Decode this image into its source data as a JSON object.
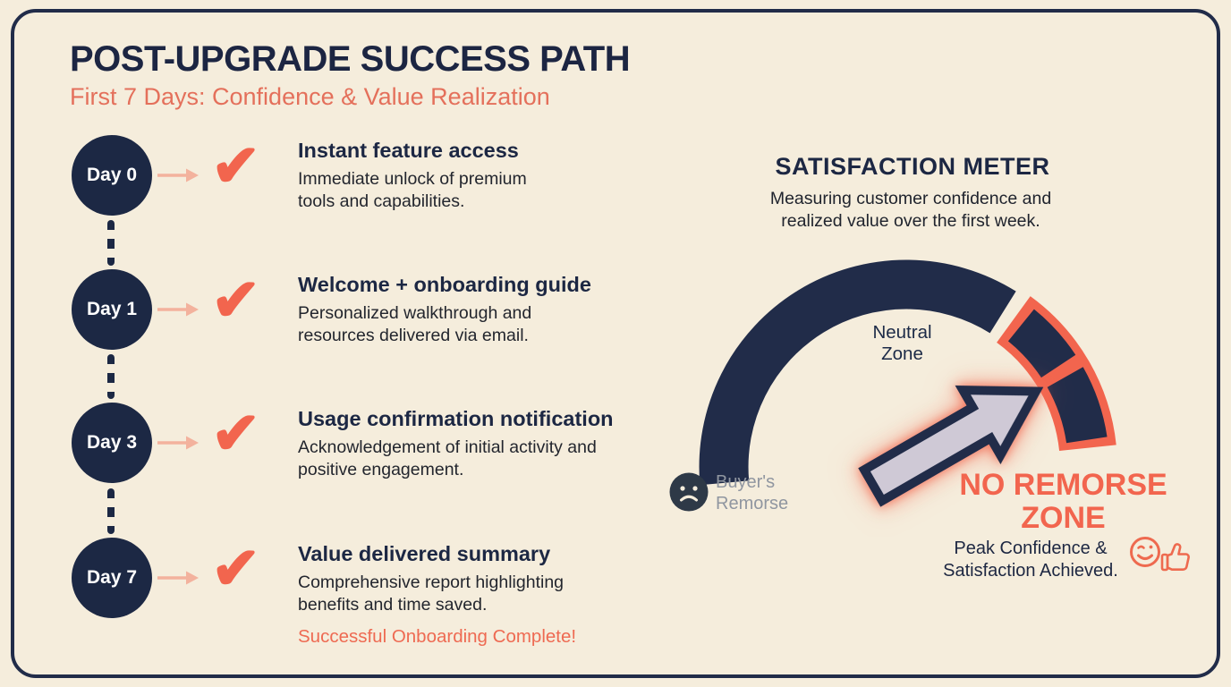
{
  "page": {
    "title": "POST-UPGRADE SUCCESS PATH",
    "subtitle": "First 7 Days: Confidence & Value Realization"
  },
  "timeline": {
    "items": [
      {
        "day": "Day 0",
        "title": "Instant feature access",
        "description": "Immediate unlock of premium tools and capabilities."
      },
      {
        "day": "Day 1",
        "title": "Welcome + onboarding guide",
        "description": "Personalized walkthrough and resources delivered via email."
      },
      {
        "day": "Day 3",
        "title": "Usage confirmation notification",
        "description": "Acknowledgement of initial activity and positive engagement."
      },
      {
        "day": "Day 7",
        "title": "Value delivered summary",
        "description": "Comprehensive report highlighting benefits and time saved."
      }
    ],
    "completion_note": "Successful Onboarding Complete!"
  },
  "meter": {
    "title": "SATISFACTION METER",
    "description": "Measuring customer confidence and realized value over the first week.",
    "neutral_label": "Neutral Zone",
    "remorse_label": "Buyer's Remorse",
    "zone_label": "NO REMORSE ZONE",
    "zone_caption": "Peak Confidence & Satisfaction Achieved."
  },
  "icons": {
    "check_glyph": "✔",
    "names": [
      "check-icon",
      "right-arrow-icon",
      "sad-face-icon",
      "gauge-pointer-arrow",
      "wink-thumbs-up-icon"
    ]
  },
  "colors": {
    "navy": "#1c2844",
    "coral": "#f2654e",
    "salmon": "#f3b29d",
    "cream": "#f5eddc",
    "gray": "#9096a0"
  }
}
